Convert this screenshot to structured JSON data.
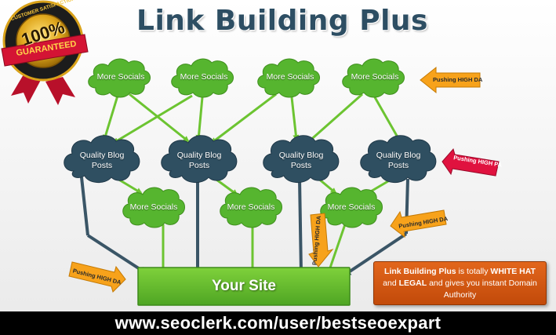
{
  "title": "Link Building Plus",
  "badge": {
    "arc_text": "CUSTOMER SATISFACTION",
    "big_text": "100%",
    "ribbon_text": "GUARANTEED"
  },
  "diagram": {
    "top_nodes": [
      {
        "label": "More Socials"
      },
      {
        "label": "More Socials"
      },
      {
        "label": "More Socials"
      },
      {
        "label": "More Socials"
      }
    ],
    "blog_nodes": [
      {
        "label_line1": "Quality Blog",
        "label_line2": "Posts"
      },
      {
        "label_line1": "Quality Blog",
        "label_line2": "Posts"
      },
      {
        "label_line1": "Quality Blog",
        "label_line2": "Posts"
      },
      {
        "label_line1": "Quality Blog",
        "label_line2": "Posts"
      }
    ],
    "bottom_nodes": [
      {
        "label": "More Socials"
      },
      {
        "label": "More Socials"
      },
      {
        "label": "More Socials"
      }
    ],
    "target": {
      "label": "Your Site"
    },
    "push_arrows": [
      {
        "label": "Pushing HIGH DA",
        "color": "#f7a21b"
      },
      {
        "label": "Pushing HIGH PA",
        "color": "#e0123f"
      },
      {
        "label": "Pushing HIGH DA",
        "color": "#f7a21b"
      },
      {
        "label": "Pushing HIGH DA",
        "color": "#f7a21b"
      },
      {
        "label": "Pushing HIGH DA",
        "color": "#f7a21b"
      }
    ],
    "colors": {
      "green_cloud": "#56b52f",
      "dark_cloud": "#2f4f61",
      "green_arrow": "#6cc431",
      "dark_arrow": "#3a5566",
      "site_green": "#5fba2a"
    }
  },
  "info_box": {
    "part1": "Link Building Plus",
    "part2": " is totally ",
    "part3": "WHITE HAT",
    "part4": " and ",
    "part5": "LEGAL",
    "part6": " and gives you instant Domain Authority"
  },
  "footer": {
    "url": "www.seoclerk.com/user/bestseoexpart"
  }
}
